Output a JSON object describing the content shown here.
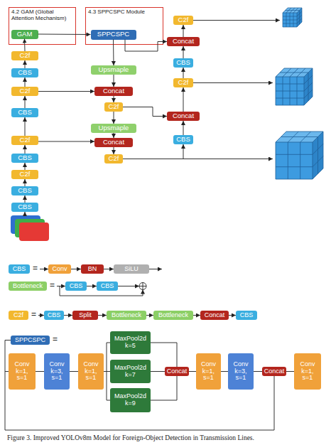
{
  "diagram": {
    "caption": "Figure 3. Improved YOLOv8m Model for Foreign-Object Detection in Transmission Lines.",
    "nodes": [
      {
        "text": [
          "4.2 GAM (Global Attention Mechanism)"
        ]
      },
      {
        "text": [
          "GAM"
        ],
        "in": 0
      },
      {
        "text": [
          "4.3 SPPCSPC Module"
        ]
      },
      {
        "text": [
          "SPPCSPC"
        ],
        "in": 2
      },
      {
        "text": [
          "C2f"
        ]
      },
      {
        "text": [
          "Concat"
        ]
      },
      {
        "text": [
          "C2f"
        ]
      },
      {
        "text": [
          "CBS"
        ]
      },
      {
        "text": [
          "Upsmaple"
        ]
      },
      {
        "text": [
          "CBS"
        ]
      },
      {
        "text": [
          "C2f"
        ]
      },
      {
        "text": [
          "C2f"
        ]
      },
      {
        "text": [
          "Concat"
        ]
      },
      {
        "text": [
          "C2f"
        ]
      },
      {
        "text": [
          "CBS"
        ]
      },
      {
        "text": [
          "Concat"
        ]
      },
      {
        "text": [
          "Upsmaple"
        ]
      },
      {
        "text": [
          "C2f"
        ]
      },
      {
        "text": [
          "CBS"
        ]
      },
      {
        "text": [
          "Concat"
        ]
      },
      {
        "text": [
          "CBS"
        ]
      },
      {
        "text": [
          "C2f"
        ]
      },
      {
        "text": [
          "C2f"
        ]
      },
      {
        "text": [
          "CBS"
        ]
      },
      {
        "text": [
          "CBS"
        ]
      },
      {
        "text": [
          "CBS"
        ]
      },
      {
        "text": [
          "Conv"
        ]
      },
      {
        "text": [
          "BN"
        ]
      },
      {
        "text": [
          "SiLU"
        ]
      },
      {
        "text": [
          "Bottleneck"
        ]
      },
      {
        "text": [
          "CBS"
        ]
      },
      {
        "text": [
          "CBS"
        ]
      },
      {
        "text": [
          "C2f"
        ]
      },
      {
        "text": [
          "CBS"
        ]
      },
      {
        "text": [
          "Split"
        ]
      },
      {
        "text": [
          "Bottleneck"
        ]
      },
      {
        "text": [
          "Bottleneck"
        ]
      },
      {
        "text": [
          "Concat"
        ]
      },
      {
        "text": [
          "CBS"
        ]
      },
      {
        "text": [
          "SPPCSPC"
        ]
      },
      {
        "text": [
          "Conv k=1, s=1"
        ]
      },
      {
        "text": [
          "Conv k=3, s=1"
        ]
      },
      {
        "text": [
          "Conv k=1, s=1"
        ]
      },
      {
        "text": [
          "MaxPool2d k=5"
        ]
      },
      {
        "text": [
          "MaxPool2d k=7"
        ]
      },
      {
        "text": [
          "MaxPool2d k=9"
        ]
      },
      {
        "text": [
          "Concat"
        ]
      },
      {
        "text": [
          "Conv k=1, s=1"
        ]
      },
      {
        "text": [
          "Conv k=3, s=1"
        ]
      },
      {
        "text": [
          "Concat"
        ]
      },
      {
        "text": [
          "Conv k=1, s=1"
        ]
      }
    ],
    "edges": [
      {
        "from": 24,
        "to": 23,
        "arrow": "to"
      },
      {
        "from": 23,
        "to": 22,
        "arrow": "to"
      },
      {
        "from": 22,
        "to": 20,
        "arrow": "to"
      },
      {
        "from": 20,
        "to": 17,
        "arrow": "to"
      },
      {
        "from": 17,
        "to": 14,
        "arrow": "to"
      },
      {
        "from": 14,
        "to": 11,
        "arrow": "to"
      },
      {
        "from": 11,
        "to": 9,
        "arrow": "to"
      },
      {
        "from": 9,
        "to": 6,
        "arrow": "to"
      },
      {
        "from": 6,
        "to": 1,
        "arrow": "to"
      },
      {
        "from": 1,
        "to": 3,
        "arrow": "to"
      },
      {
        "from": 3,
        "to": 8,
        "arrow": "to"
      },
      {
        "from": 3,
        "to": 5,
        "arrow": "to"
      },
      {
        "from": 8,
        "to": 12,
        "arrow": "to"
      },
      {
        "from": 11,
        "to": 12,
        "arrow": "to"
      },
      {
        "from": 12,
        "to": 13,
        "arrow": "to"
      },
      {
        "from": 13,
        "to": 16,
        "arrow": "to"
      },
      {
        "from": 13,
        "to": 15,
        "arrow": "to"
      },
      {
        "from": 16,
        "to": 19,
        "arrow": "to"
      },
      {
        "from": 17,
        "to": 19,
        "arrow": "to"
      },
      {
        "from": 19,
        "to": 21,
        "arrow": "to"
      },
      {
        "from": 21,
        "to": 18,
        "arrow": "to"
      },
      {
        "from": 18,
        "to": 15,
        "arrow": "to"
      },
      {
        "from": 15,
        "to": 10,
        "arrow": "to"
      },
      {
        "from": 10,
        "to": 7,
        "arrow": "to"
      },
      {
        "from": 7,
        "to": 5,
        "arrow": "to"
      },
      {
        "from": 5,
        "to": 4,
        "arrow": "to"
      },
      {
        "from": 26,
        "to": 27,
        "arrow": "to"
      },
      {
        "from": 27,
        "to": 28,
        "arrow": "to"
      },
      {
        "from": 30,
        "to": 31,
        "arrow": "to"
      },
      {
        "from": 33,
        "to": 34,
        "arrow": "to"
      },
      {
        "from": 34,
        "to": 35,
        "arrow": "to"
      },
      {
        "from": 35,
        "to": 36,
        "arrow": "to"
      },
      {
        "from": 36,
        "to": 37,
        "arrow": "to"
      },
      {
        "from": 37,
        "to": 38,
        "arrow": "to"
      },
      {
        "from": 40,
        "to": 41,
        "arrow": "none"
      },
      {
        "from": 41,
        "to": 42,
        "arrow": "none"
      },
      {
        "from": 42,
        "to": 43,
        "arrow": "none"
      },
      {
        "from": 42,
        "to": 44,
        "arrow": "none"
      },
      {
        "from": 42,
        "to": 45,
        "arrow": "none"
      },
      {
        "from": 43,
        "to": 46,
        "arrow": "none"
      },
      {
        "from": 44,
        "to": 46,
        "arrow": "none"
      },
      {
        "from": 45,
        "to": 46,
        "arrow": "none"
      },
      {
        "from": 46,
        "to": 47,
        "arrow": "none"
      },
      {
        "from": 47,
        "to": 48,
        "arrow": "none"
      },
      {
        "from": 48,
        "to": 49,
        "arrow": "none"
      },
      {
        "from": 49,
        "to": 50,
        "arrow": "none"
      },
      {
        "from": 39,
        "to": 49,
        "arrow": "none"
      }
    ],
    "labels": [
      "=",
      "=",
      "=",
      "="
    ]
  }
}
